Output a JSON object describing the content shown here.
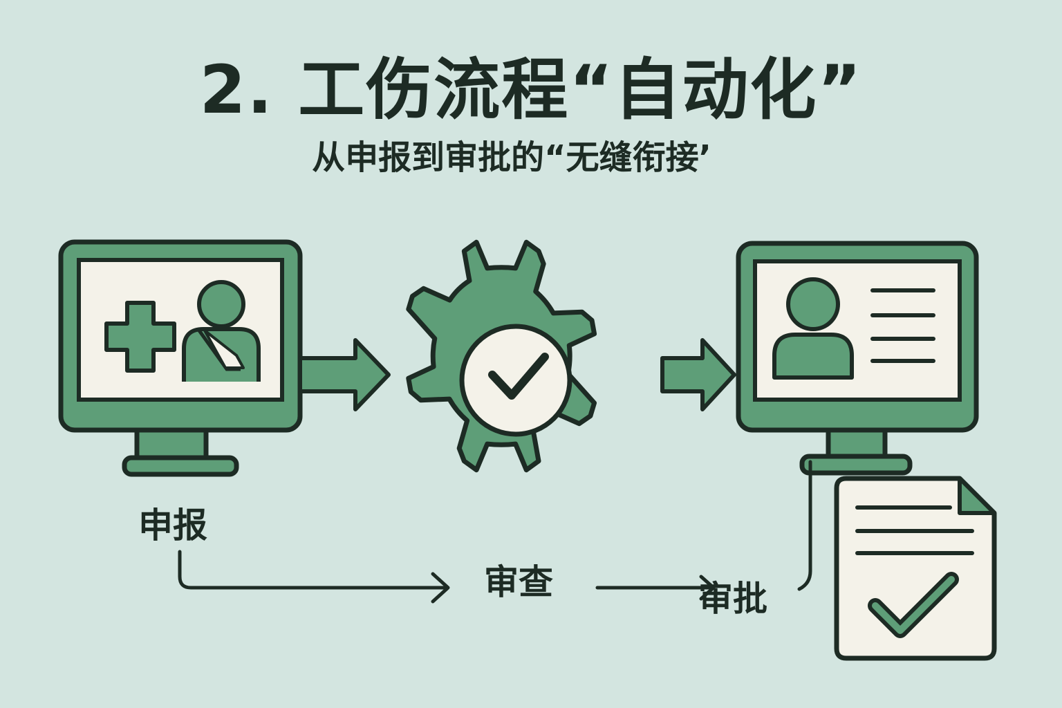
{
  "header": {
    "title": "2. 工伤流程“自动化”",
    "subtitle": "从申报到审批的“无缝衔接’"
  },
  "steps": {
    "report": "申报",
    "review": "审查",
    "approve": "审批"
  },
  "colors": {
    "background": "#d3e5e0",
    "green": "#5e9e78",
    "outline": "#1d2b24",
    "panel": "#f4f2e9"
  },
  "icons": [
    "monitor-icon",
    "medical-cross-icon",
    "injured-person-icon",
    "gear-icon",
    "checkmark-icon",
    "arrow-right-icon",
    "profile-card-icon",
    "document-check-icon"
  ]
}
